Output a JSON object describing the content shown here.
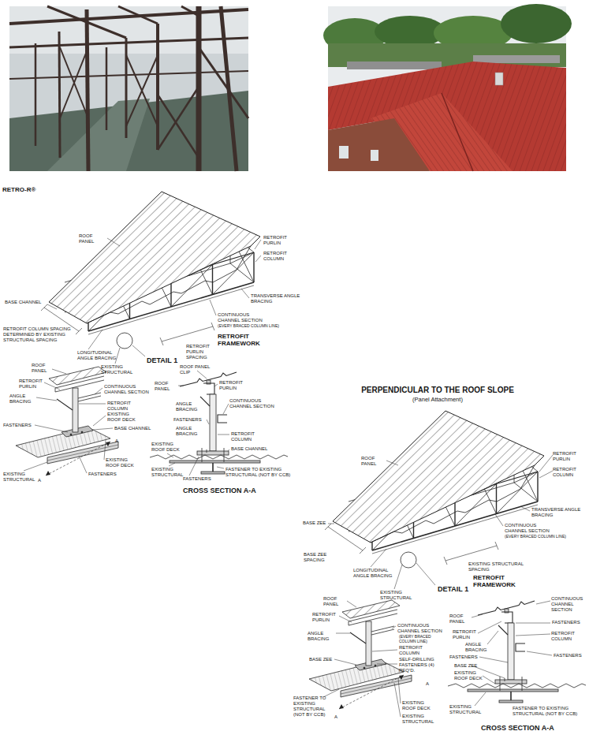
{
  "diagram": {
    "labels": [
      "RETRO-R®",
      "ROOF PANEL",
      "RETROFIT PURLIN",
      "RETROFIT COLUMN",
      "BASE CHANNEL",
      "TRANSVERSE ANGLE BRACING",
      "CONTINUOUS CHANNEL SECTION",
      "(EVERY BRACED COLUMN LINE)",
      "RETROFIT COLUMN SPACING DETERMINED BY EXISTING STRUCTURAL SPACING",
      "LONGITUDINAL ANGLE BRACING",
      "RETROFIT PURLIN SPACING",
      "RETROFIT FRAMEWORK",
      "EXISTING STRUCTURAL",
      "DETAIL 1",
      "ROOF PANEL",
      "RETROFIT PURLIN",
      "CONTINUOUS CHANNEL SECTION",
      "ANGLE BRACING",
      "RETROFIT COLUMN",
      "EXISTING ROOF DECK",
      "FASTENERS",
      "BASE CHANNEL",
      "A",
      "EXISTING ROOF DECK",
      "EXISTING STRUCTURAL",
      "FASTENERS",
      "A",
      "ROOF PANEL CLIP",
      "ROOF PANEL",
      "RETROFIT PURLIN",
      "ANGLE BRACING",
      "CONTINUOUS CHANNEL SECTION",
      "FASTENERS",
      "ANGLE BRACING",
      "RETROFIT COLUMN",
      "EXISTING ROOF DECK",
      "BASE CHANNEL",
      "EXISTING STRUCTURAL",
      "FASTENERS",
      "FASTENER TO EXISTING STRUCTURAL (NOT BY CCB)",
      "CROSS SECTION A-A",
      "PERPENDICULAR TO THE ROOF SLOPE",
      "(Panel Attachment)",
      "ROOF PANEL",
      "RETROFIT PURLIN",
      "RETROFIT COLUMN",
      "TRANSVERSE ANGLE BRACING",
      "CONTINUOUS CHANNEL SECTION",
      "(EVERY BRACED COLUMN LINE)",
      "BASE ZEE",
      "BASE ZEE SPACING",
      "LONGITUDINAL ANGLE BRACING",
      "EXISTING STRUCTURAL SPACING",
      "RETROFIT FRAMEWORK",
      "EXISTING STRUCTURAL",
      "DETAIL 1",
      "ROOF PANEL",
      "RETROFIT PURLIN",
      "CONTINUOUS CHANNEL SECTION",
      "(EVERY BRACED COLUMN LINE)",
      "ANGLE BRACING",
      "RETROFIT COLUMN",
      "BASE ZEE",
      "SELF-DRILLING FASTENERS (4) REQ'D.",
      "A",
      "FASTENER TO EXISTING STRUCTURAL (NOT BY CCB)",
      "EXISTING ROOF DECK",
      "A",
      "EXISTING STRUCTURAL",
      "ROOF PANEL",
      "CONTINUOUS CHANNEL SECTION",
      "RETROFIT PURLIN",
      "FASTENERS",
      "ANGLE BRACING",
      "RETROFIT COLUMN",
      "FASTENERS",
      "FASTENERS",
      "BASE ZEE",
      "EXISTING ROOF DECK",
      "EXISTING STRUCTURAL",
      "FASTENER TO EXISTING STRUCTURAL (NOT BY CCB)",
      "CROSS SECTION A-A"
    ]
  }
}
